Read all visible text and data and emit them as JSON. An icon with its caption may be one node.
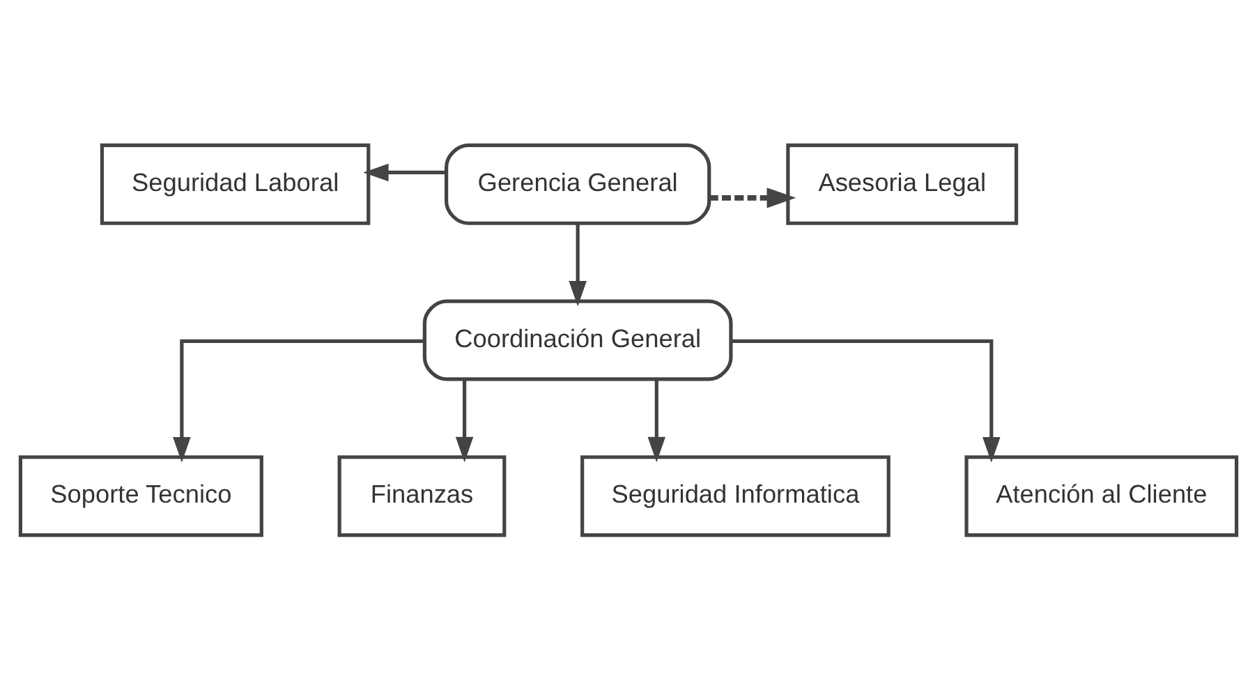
{
  "diagram": {
    "nodes": [
      {
        "text": [
          "Gerencia General"
        ]
      },
      {
        "text": [
          "Seguridad Laboral"
        ]
      },
      {
        "text": [
          "Asesoria Legal"
        ]
      },
      {
        "text": [
          "Coordinación General"
        ]
      },
      {
        "text": [
          "Soporte Tecnico"
        ]
      },
      {
        "text": [
          "Finanzas"
        ]
      },
      {
        "text": [
          "Seguridad Informatica"
        ]
      },
      {
        "text": [
          "Atención al Cliente"
        ]
      }
    ],
    "edges": [
      {
        "from": 0,
        "to": 1,
        "arrow": "to"
      },
      {
        "from": 0,
        "to": 2,
        "arrow": "to",
        "style": "dashed"
      },
      {
        "from": 0,
        "to": 3,
        "arrow": "to"
      },
      {
        "from": 3,
        "to": 4,
        "arrow": "to"
      },
      {
        "from": 3,
        "to": 5,
        "arrow": "to"
      },
      {
        "from": 3,
        "to": 6,
        "arrow": "to"
      },
      {
        "from": 3,
        "to": 7,
        "arrow": "to"
      }
    ]
  }
}
